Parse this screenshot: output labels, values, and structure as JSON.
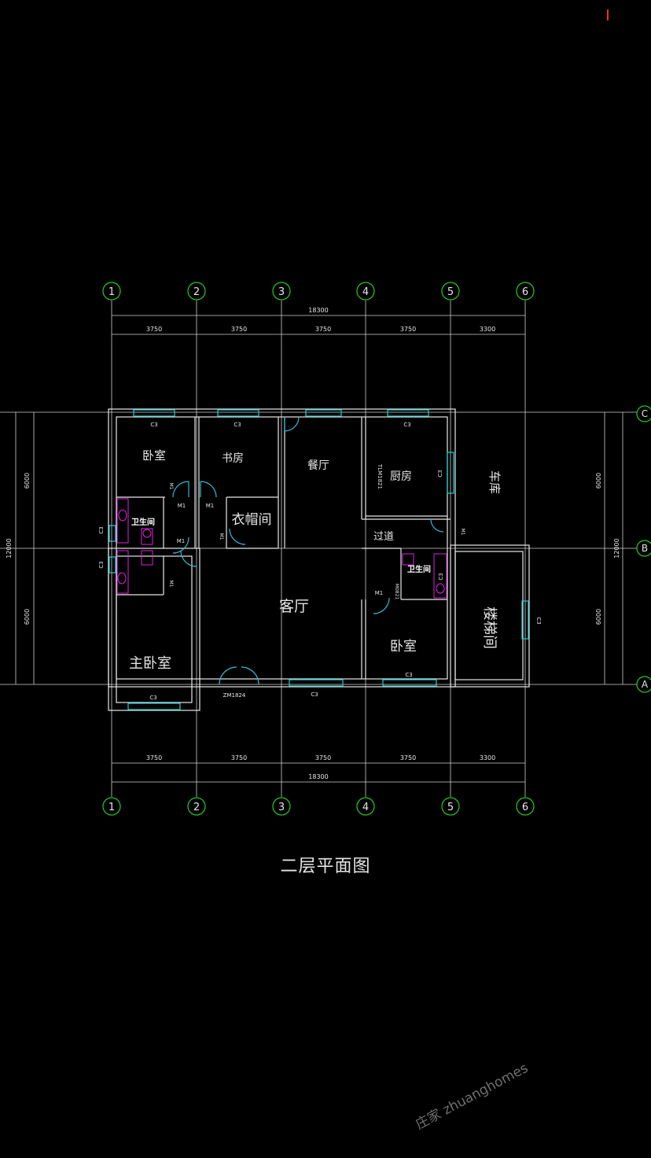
{
  "drawing": {
    "title": "二层平面图",
    "watermark": "庄家 zhuanghomes",
    "axis_labels_top": [
      "1",
      "2",
      "3",
      "4",
      "5",
      "6"
    ],
    "axis_labels_bottom": [
      "1",
      "2",
      "3",
      "4",
      "5",
      "6"
    ],
    "row_labels": [
      "C",
      "B",
      "A"
    ],
    "dims_top_total": "18300",
    "dims_top": [
      "3750",
      "3750",
      "3750",
      "3750",
      "3300"
    ],
    "dims_bottom": [
      "3750",
      "3750",
      "3750",
      "3750",
      "3300"
    ],
    "dims_bottom_total": "18300",
    "dims_left": [
      "6000",
      "6000"
    ],
    "dims_left_total": "12000",
    "dims_right": [
      "6000",
      "6000"
    ],
    "dims_right_total": "12000",
    "rooms": {
      "bedroom_nw": "卧室",
      "study": "书房",
      "dining": "餐厅",
      "kitchen": "厨房",
      "garage": "车库",
      "bathroom_w": "卫生间",
      "cloakroom": "衣帽间",
      "corridor": "过道",
      "bathroom_e": "卫生间",
      "living": "客厅",
      "stair": "楼梯间",
      "bedroom_se": "卧室",
      "master_bedroom": "主卧室"
    },
    "tags": {
      "c3": "C3",
      "m1": "M1",
      "tlm": "TLM1821",
      "m0821": "M0821",
      "zm": "ZM1824"
    },
    "colors": {
      "axis": "#d0d0d0",
      "bubble": "#22cc22",
      "wall": "#e8e8e8",
      "window": "#1fd0d0",
      "door": "#35b7d6",
      "fixture": "#e020e0",
      "text": "#e6e6e6"
    }
  }
}
